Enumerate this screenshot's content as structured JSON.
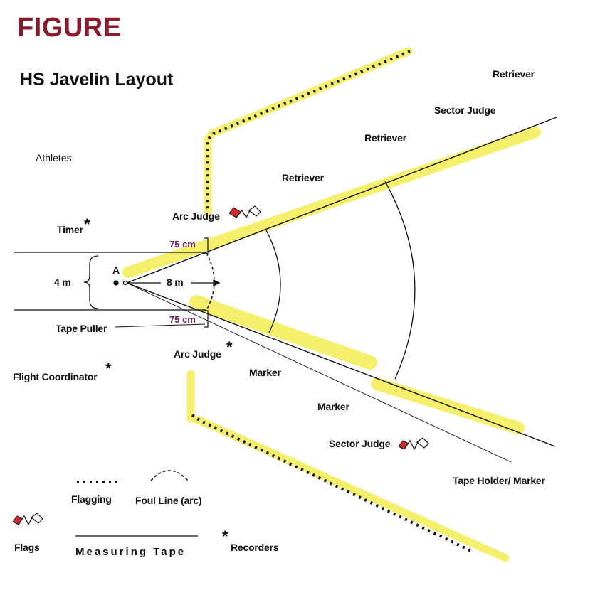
{
  "header": "FIGURE",
  "title": "HS Javelin Layout",
  "labels": {
    "athletes": "Athletes",
    "timer": "Timer",
    "four_m": "4 m",
    "point_a": "A",
    "eight_m": "8 m",
    "tape_puller": "Tape Puller",
    "flight_coordinator": "Flight Coordinator",
    "arc_judge_top": "Arc Judge",
    "arc_judge_bottom": "Arc Judge",
    "cm_top": "75 cm",
    "cm_bottom": "75 cm",
    "retriever_1": "Retriever",
    "retriever_2": "Retriever",
    "retriever_3": "Retriever",
    "sector_judge_top": "Sector Judge",
    "sector_judge_bottom": "Sector Judge",
    "marker_1": "Marker",
    "marker_2": "Marker",
    "tape_holder": "Tape Holder/ Marker"
  },
  "legend": {
    "flagging": "Flagging",
    "foul_line": "Foul Line (arc)",
    "flags": "Flags",
    "measuring_tape": "Measuring Tape",
    "recorders": "Recorders",
    "star": "*"
  },
  "colors": {
    "header": "#8b1a2b",
    "highlight": "#f4ee5c",
    "cm_text": "#6b1d5e",
    "flag_red": "#cc2a2a"
  }
}
